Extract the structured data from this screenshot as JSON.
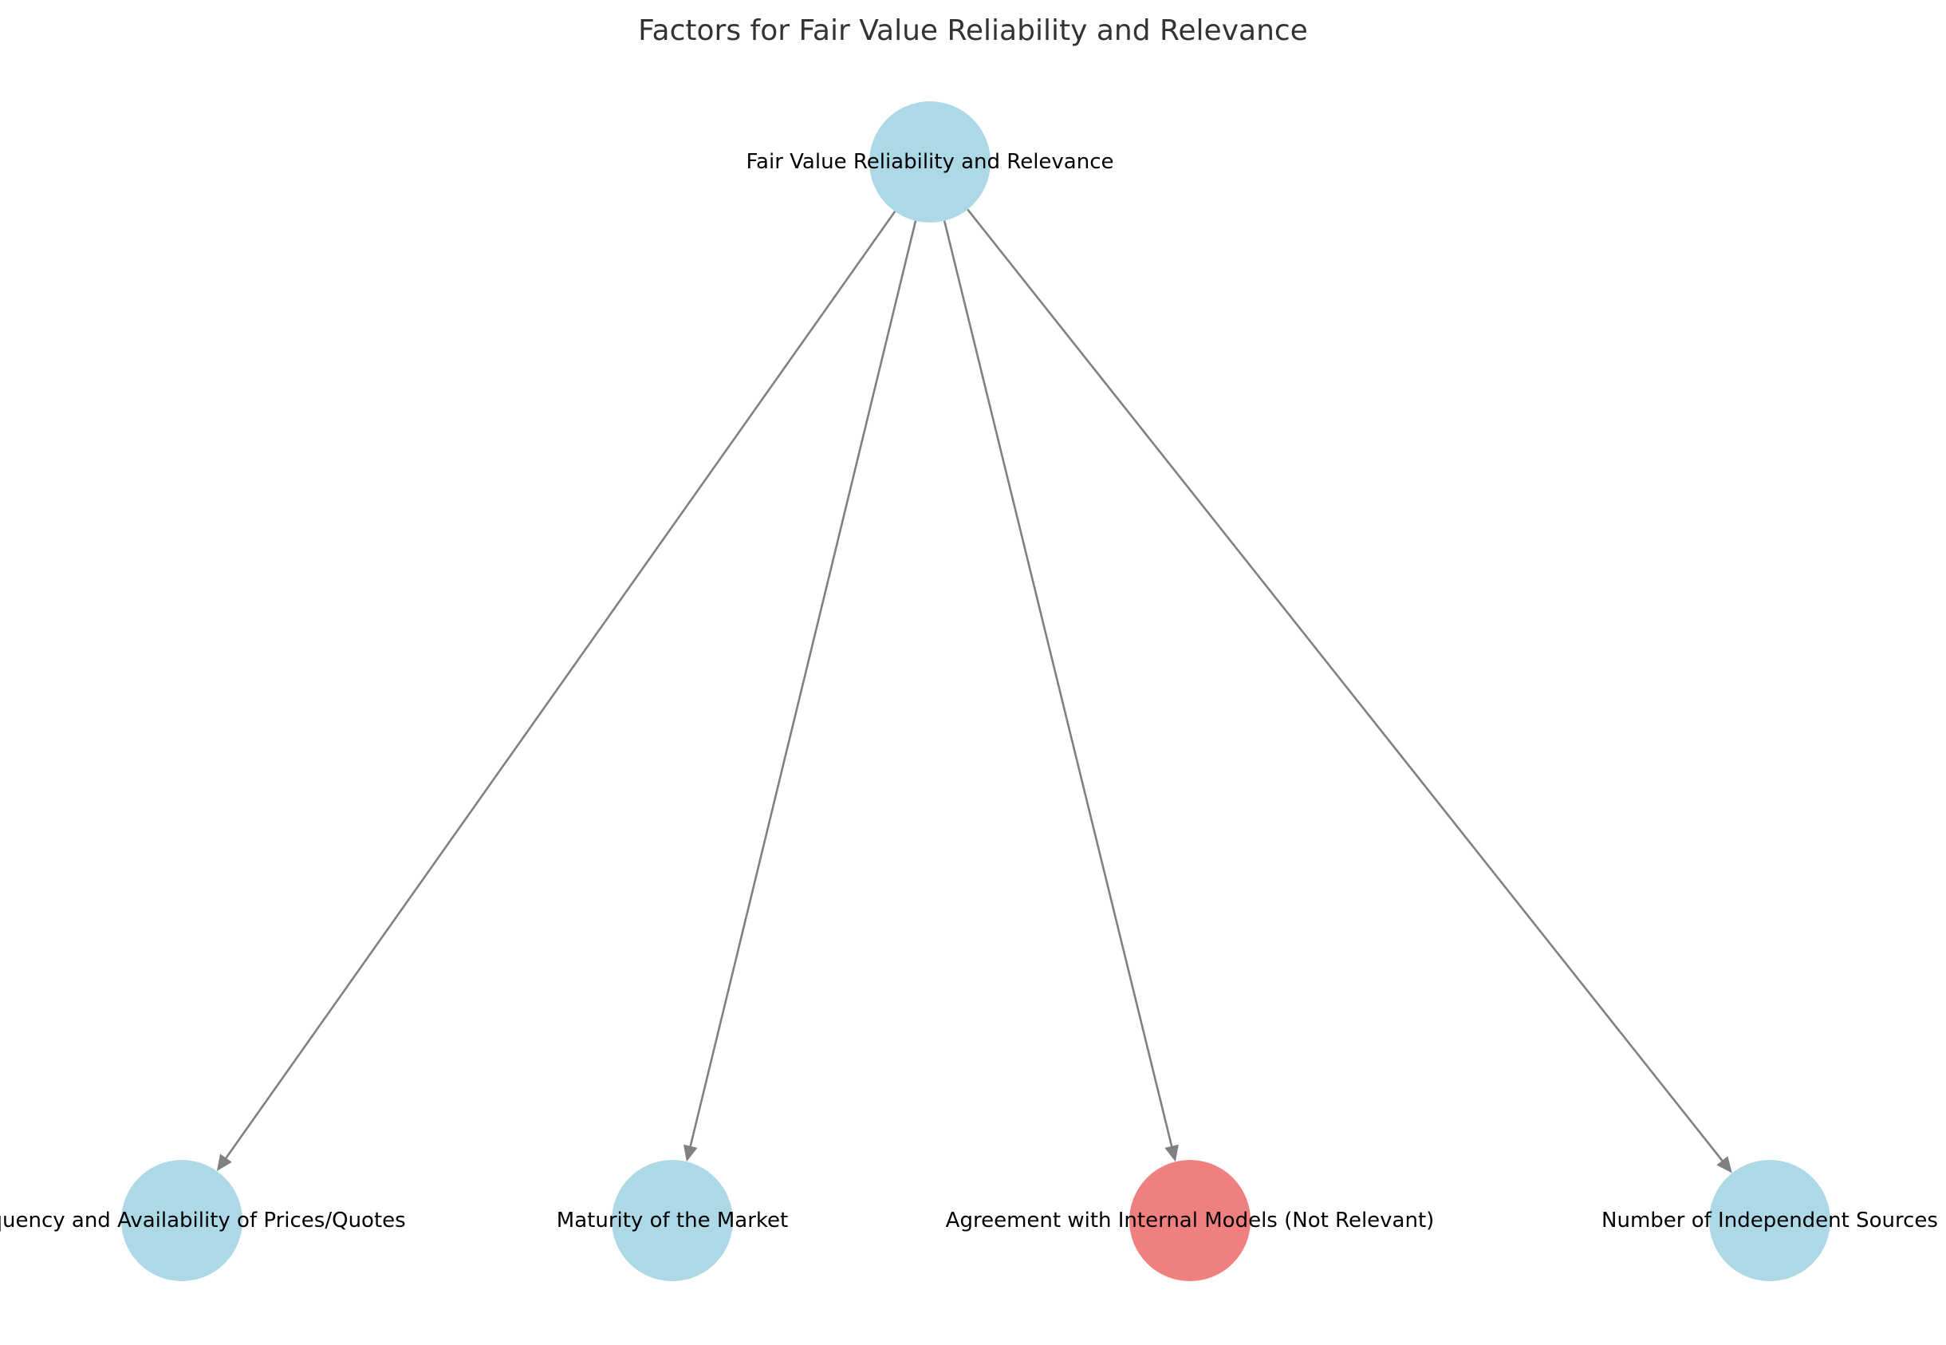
{
  "title": "Factors for Fair Value Reliability and Relevance",
  "colors": {
    "node_default": "#add8e6",
    "node_not_relevant": "#f08080",
    "edge": "#808080",
    "title": "#333333",
    "label": "#000000",
    "background": "#ffffff"
  },
  "nodes": [
    {
      "id": "root",
      "label": "Fair Value Reliability and Relevance",
      "status": "relevant"
    },
    {
      "id": "frequency",
      "label": "Frequency and Availability of Prices/Quotes",
      "status": "relevant"
    },
    {
      "id": "maturity",
      "label": "Maturity of the Market",
      "status": "relevant"
    },
    {
      "id": "agreement",
      "label": "Agreement with Internal Models (Not Relevant)",
      "status": "not_relevant"
    },
    {
      "id": "sources",
      "label": "Number of Independent Sources",
      "status": "relevant"
    }
  ],
  "edges": [
    {
      "from": "root",
      "to": "frequency"
    },
    {
      "from": "root",
      "to": "maturity"
    },
    {
      "from": "root",
      "to": "agreement"
    },
    {
      "from": "root",
      "to": "sources"
    }
  ]
}
